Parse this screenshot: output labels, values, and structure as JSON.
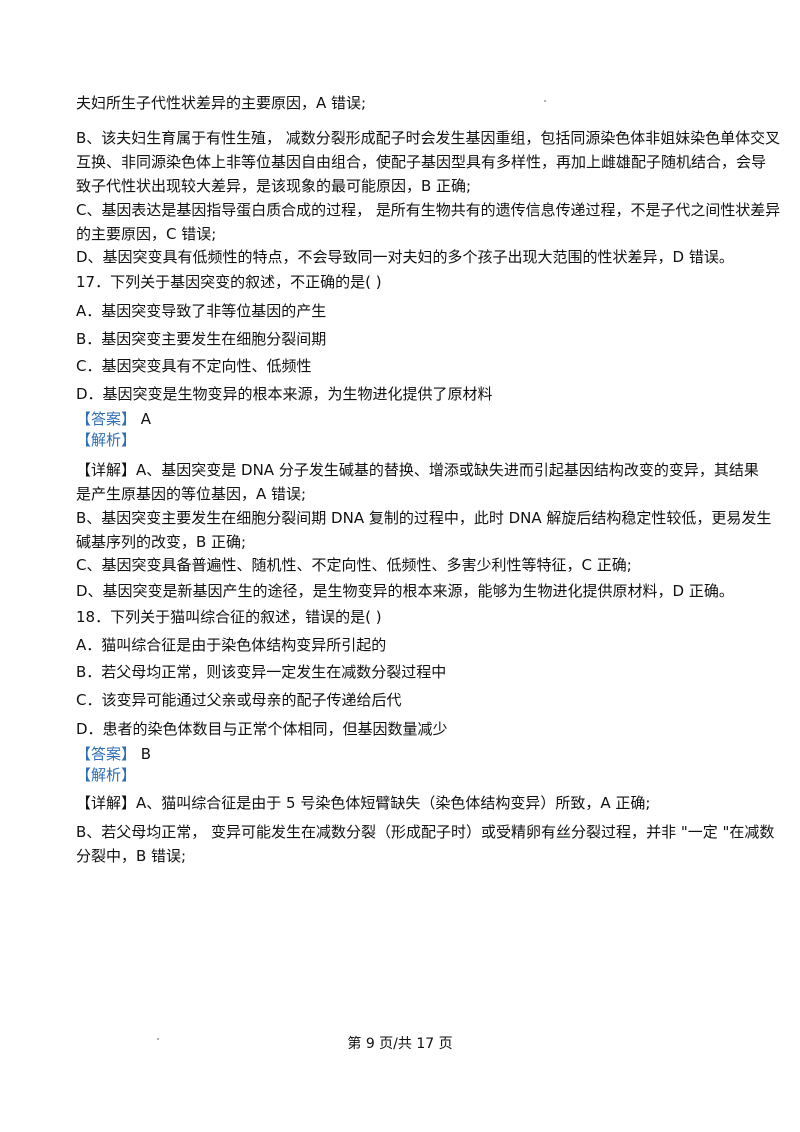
{
  "prev_answer": {
    "lines": [
      "夫妇所生子代性状差异的主要原因，A 错误;",
      "B、该夫妇生育属于有性生殖，  减数分裂形成配子时会发生基因重组，包括同源染色体非姐妹染色单体交叉",
      "互换、非同源染色体上非等位基因自由组合，使配子基因型具有多样性，再加上雌雄配子随机结合，会导",
      "致子代性状出现较大差异，是该现象的最可能原因，B 正确;",
      "C、基因表达是基因指导蛋白质合成的过程，  是所有生物共有的遗传信息传递过程，不是子代之间性状差异",
      "的主要原因，C 错误;",
      "D、基因突变具有低频性的特点，不会导致同一对夫妇的多个孩子出现大范围的性状差异，D 错误。"
    ]
  },
  "q17": {
    "question": "17．下列关于基因突变的叙述，不正确的是(        )",
    "options": [
      "A．基因突变导致了非等位基因的产生",
      "B．基因突变主要发生在细胞分裂间期",
      "C．基因突变具有不定向性、低频性",
      "D．基因突变是生物变异的根本来源，为生物进化提供了原材料"
    ],
    "answer_tag": "【答案】",
    "answer": "A",
    "analysis_tag": "【解析】",
    "detail_lines": [
      "【详解】A、基因突变是 DNA 分子发生碱基的替换、增添或缺失进而引起基因结构改变的变异，其结果",
      "是产生原基因的等位基因，A 错误;",
      "B、基因突变主要发生在细胞分裂间期 DNA 复制的过程中，此时 DNA 解旋后结构稳定性较低，更易发生",
      "碱基序列的改变，B 正确;",
      "C、基因突变具备普遍性、随机性、不定向性、低频性、多害少利性等特征，C 正确;",
      "D、基因突变是新基因产生的途径，是生物变异的根本来源，能够为生物进化提供原材料，D 正确。"
    ]
  },
  "q18": {
    "question": "18．下列关于猫叫综合征的叙述，错误的是(        )",
    "options": [
      "A．猫叫综合征是由于染色体结构变异所引起的",
      "B．若父母均正常，则该变异一定发生在减数分裂过程中",
      "C．该变异可能通过父亲或母亲的配子传递给后代",
      "D．患者的染色体数目与正常个体相同，但基因数量减少"
    ],
    "answer_tag": "【答案】",
    "answer": "B",
    "analysis_tag": "【解析】",
    "detail_lines": [
      "【详解】A、猫叫综合征是由于 5 号染色体短臂缺失（染色体结构变异）所致，A 正确;",
      "B、若父母均正常，  变异可能发生在减数分裂（形成配子时）或受精卵有丝分裂过程，并非 \"一定 \"在减数",
      "分裂中，B 错误;"
    ]
  },
  "footer": {
    "page": "第 9 页/共 17 页"
  }
}
